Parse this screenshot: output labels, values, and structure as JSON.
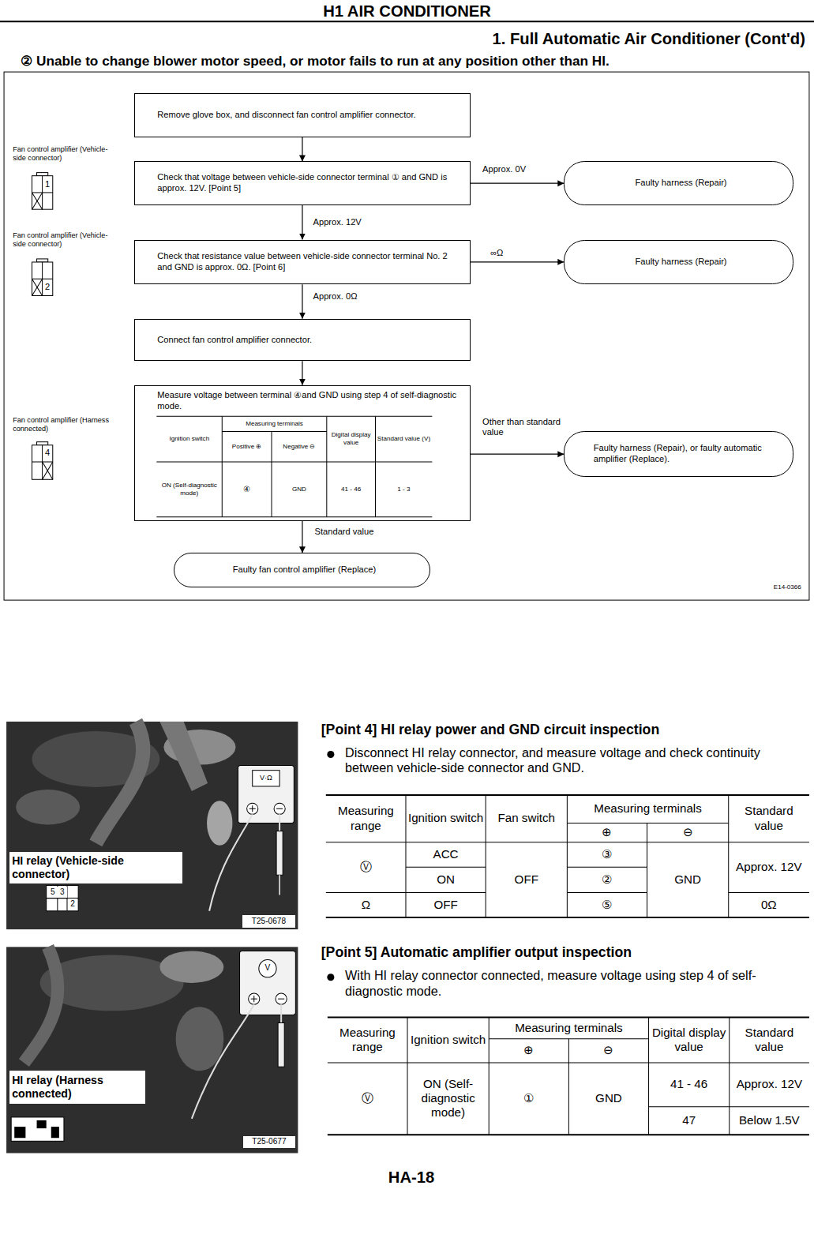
{
  "diagram": {
    "title": "H1 AIR CONDITIONER",
    "nodes": [
      {
        "text": [
          "Remove glove box, and disconnect fan control amplifier connector."
        ]
      },
      {
        "text": [
          "Check that voltage between vehicle-side connector terminal ① and GND is approx. 12V. [Point 5]"
        ]
      },
      {
        "text": [
          "Faulty harness (Repair)"
        ]
      },
      {
        "text": [
          "Check that resistance value between vehicle-side connector terminal No. 2 and GND is approx. 0Ω. [Point 6]"
        ]
      },
      {
        "text": [
          "Faulty harness (Repair)"
        ]
      },
      {
        "text": [
          "Connect fan control amplifier connector."
        ]
      },
      {
        "text": [
          "Measure voltage between terminal ④and GND using step 4 of self-diagnostic mode."
        ]
      },
      {
        "text": [
          "Faulty harness (Repair), or faulty automatic amplifier (Replace)."
        ]
      },
      {
        "text": [
          "Faulty fan control amplifier (Replace)"
        ]
      }
    ],
    "edges": [
      {
        "from": 0,
        "to": 1,
        "arrow": "to"
      },
      {
        "from": 1,
        "to": 2,
        "label": "Approx. 0V",
        "arrow": "to"
      },
      {
        "from": 1,
        "to": 3,
        "label": "Approx. 12V",
        "arrow": "to"
      },
      {
        "from": 3,
        "to": 4,
        "label": "∞Ω",
        "arrow": "to"
      },
      {
        "from": 3,
        "to": 5,
        "label": "Approx. 0Ω",
        "arrow": "to"
      },
      {
        "from": 5,
        "to": 6,
        "arrow": "to"
      },
      {
        "from": 6,
        "to": 7,
        "label": "Other than standard value",
        "arrow": "to"
      },
      {
        "from": 6,
        "to": 8,
        "label": "Standard value",
        "arrow": "to"
      }
    ],
    "labels": [
      "1. Full Automatic Air Conditioner (Cont'd)",
      "② Unable to change blower motor speed, or motor fails to run at any position other than HI.",
      "Fan control amplifier (Vehicle-side connector)",
      "1",
      "Fan control amplifier (Vehicle-side connector)",
      "2",
      "Fan control amplifier (Harness connected)",
      "4",
      "Ignition switch",
      "Measuring terminals",
      "Positive ⊕",
      "Negative ⊖",
      "Digital display value",
      "Standard value (V)",
      "ON (Self-diagnostic mode)",
      "④",
      "GND",
      "41 - 46",
      "1 - 3",
      "E14-0366",
      "V·Ω",
      "HI relay (Vehicle-side connector)",
      "5",
      "3",
      "2",
      "T25-0678",
      "V",
      "HI relay (Harness connected)",
      "T25-0677",
      "[Point 4] HI relay power and GND circuit inspection",
      "Disconnect HI relay connector, and measure voltage and check continuity between vehicle-side connector and GND.",
      "Measuring range",
      "Ignition switch",
      "Fan switch",
      "Measuring terminals",
      "Standard value",
      "⊕",
      "⊖",
      "Ⓥ",
      "ACC",
      "③",
      "ON",
      "②",
      "OFF",
      "GND",
      "Approx. 12V",
      "Ω",
      "OFF",
      "⑤",
      "0Ω",
      "[Point 5] Automatic amplifier output inspection",
      "With HI relay connector connected, measure voltage using step 4 of self-diagnostic mode.",
      "Measuring range",
      "Ignition switch",
      "Measuring terminals",
      "Digital display value",
      "Standard value",
      "⊕",
      "⊖",
      "Ⓥ",
      "ON (Self-diagnostic mode)",
      "①",
      "GND",
      "41 - 46",
      "Approx. 12V",
      "47",
      "Below 1.5V",
      "HA-18"
    ]
  }
}
